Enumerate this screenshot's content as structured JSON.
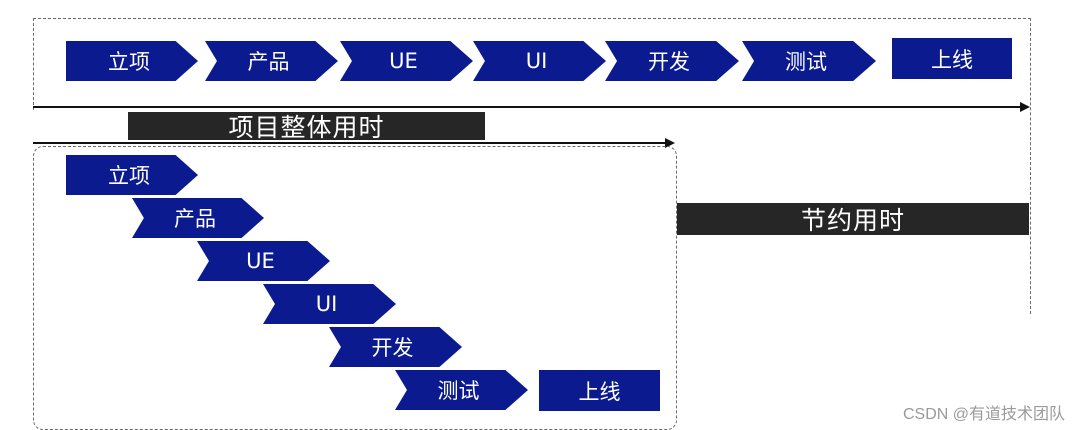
{
  "top_row": [
    "立项",
    "产品",
    "UE",
    "UI",
    "开发",
    "测试",
    "上线"
  ],
  "total_time_label": "项目整体用时",
  "cascade": [
    "立项",
    "产品",
    "UE",
    "UI",
    "开发",
    "测试",
    "上线"
  ],
  "saved_time_label": "节约用时",
  "watermark": "CSDN @有道技术团队",
  "colors": {
    "step": "#0b1b8f",
    "bar": "#262626",
    "dash": "#6b6b6b"
  }
}
